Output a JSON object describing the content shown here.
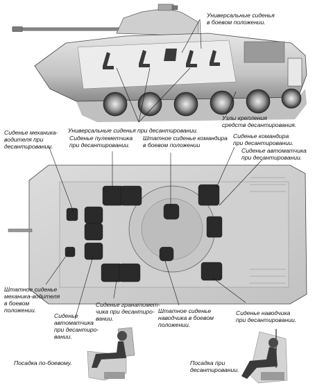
{
  "labels": {
    "universal_combat": "Универсальные сиденья\nв боевом положении.",
    "universal_landing": "Универсальные сиденья при десантировании.",
    "mount_nodes": "Узлы крепления\nсредств десантирования.",
    "driver_seat_landing": "Сиденье механика-\nводителя при\nдесантировании.",
    "mg_seat_landing": "Сиденье пулеметчика\nпри десантировании.",
    "commander_standard_combat": "Штатное сиденье командира\nв боевом положении",
    "commander_seat_landing": "Сиденье командира\nпри десантировании.",
    "rifleman_seat_landing_right": "Сиденье автоматчика\nпри десантировании.",
    "driver_standard_combat": "Штатное сиденье\nмеханика-водителя\nв боевом\nположении.",
    "rifleman_seat_landing_left": "Сиденье\nавтоматчика\nпри десантиро-\nвании.",
    "grenadier_seat_landing": "Сиденье гранатомет-\nчика при десантиро-\nвании.",
    "gunner_standard_combat": "Штатное сиденье\nнаводчика в боевом\nположении.",
    "gunner_seat_landing": "Сиденье наводчика\nпри десантировании.",
    "posture_combat": "Посадка по-боевому.",
    "posture_landing": "Посадка при\nдесантировании."
  },
  "colors": {
    "hull_light": "#d8d8d8",
    "hull_mid": "#b5b5b5",
    "hull_dark": "#6e6e6e",
    "seat_dark": "#2a2a2a",
    "line": "#111111"
  }
}
